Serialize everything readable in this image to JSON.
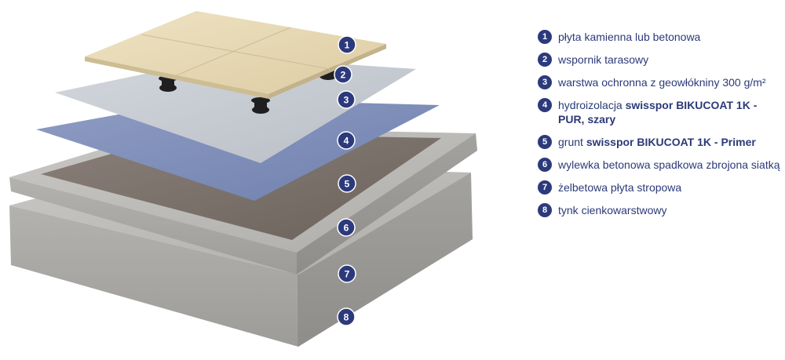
{
  "legend": [
    {
      "num": "1",
      "text": "płyta kamienna lub betonowa",
      "bold": ""
    },
    {
      "num": "2",
      "text": "wspornik tarasowy",
      "bold": ""
    },
    {
      "num": "3",
      "text": "warstwa ochronna z geowłókniny 300 g/m²",
      "bold": ""
    },
    {
      "num": "4",
      "text": "hydroizolacja ",
      "bold": "swisspor BIKUCOAT 1K - PUR, szary"
    },
    {
      "num": "5",
      "text": "grunt ",
      "bold": "swisspor BIKUCOAT 1K - Primer"
    },
    {
      "num": "6",
      "text": "wylewka betonowa spadkowa zbrojona siatką",
      "bold": ""
    },
    {
      "num": "7",
      "text": "żelbetowa płyta stropowa",
      "bold": ""
    },
    {
      "num": "8",
      "text": "tynk cienkowarstwowy",
      "bold": ""
    }
  ],
  "badges": [
    "1",
    "2",
    "3",
    "4",
    "5",
    "6",
    "7",
    "8"
  ],
  "colors": {
    "badge": "#2c3a7c",
    "legend_text": "#2b3a78",
    "slab": "#b7b6b3",
    "screed": "#7a706a",
    "waterproofing": "#7f8fb8",
    "geotextile": "#c7ccd3",
    "tile": "#e6d7b2"
  }
}
